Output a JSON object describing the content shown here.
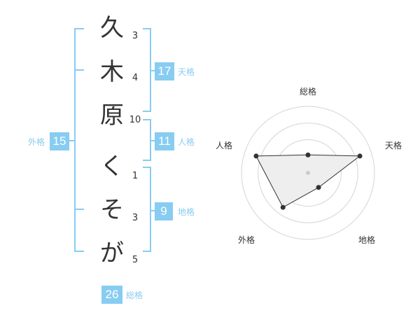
{
  "name_chars": [
    "久",
    "木",
    "原",
    "く",
    "そ",
    "が"
  ],
  "strokes": [
    "3",
    "4",
    "10",
    "1",
    "3",
    "5"
  ],
  "kakusu": {
    "tenkaku": {
      "value": "17",
      "label": "天格"
    },
    "jinkaku": {
      "value": "11",
      "label": "人格"
    },
    "chikaku": {
      "value": "9",
      "label": "地格"
    },
    "gaikaku": {
      "value": "15",
      "label": "外格"
    },
    "soukaku": {
      "value": "26",
      "label": "総格"
    }
  },
  "colors": {
    "accent": "#88ccf1",
    "text": "#333333"
  },
  "radar": {
    "axes": [
      "総格",
      "天格",
      "地格",
      "外格",
      "人格"
    ],
    "rings": 4,
    "levels": [
      0.27,
      0.82,
      0.27,
      0.64,
      0.82
    ]
  }
}
